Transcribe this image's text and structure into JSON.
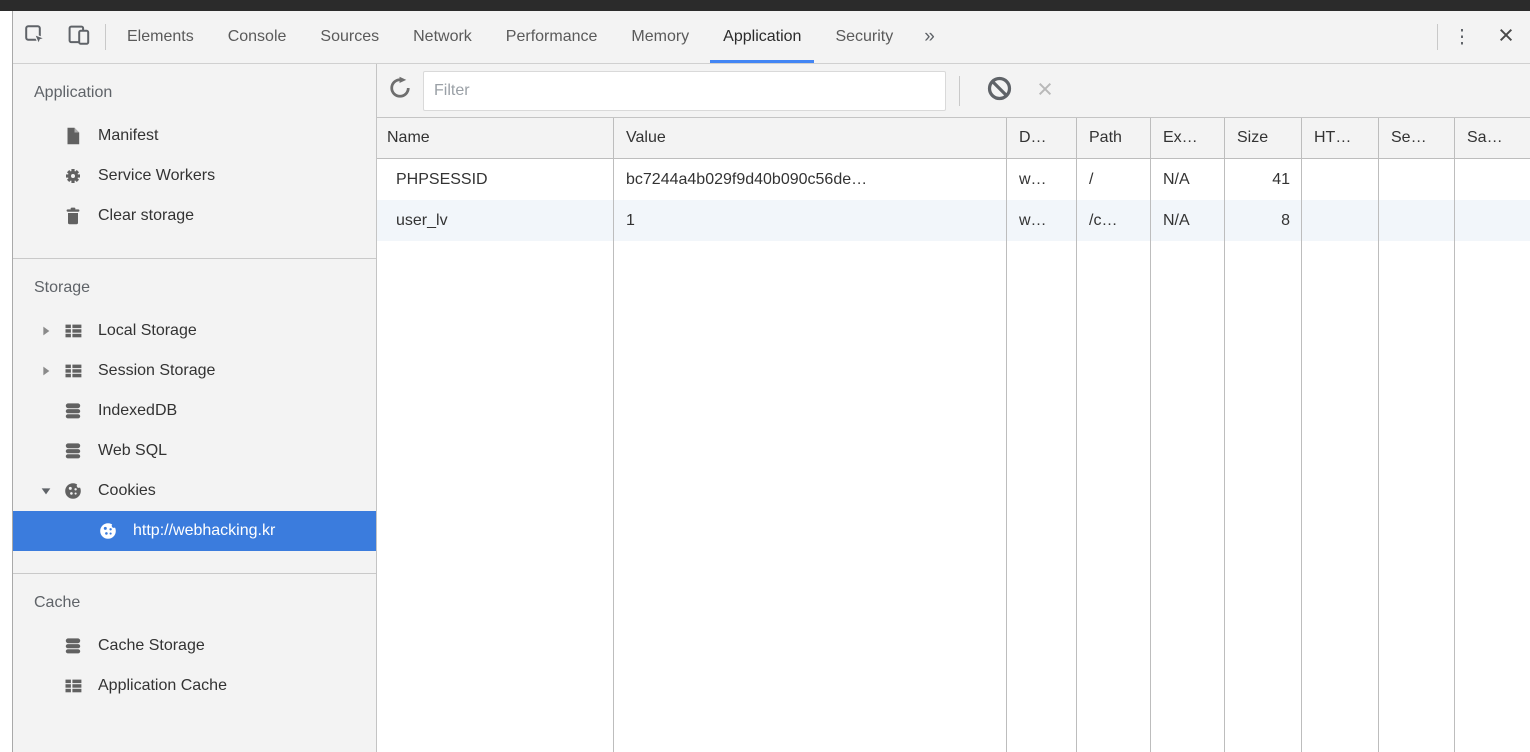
{
  "top_tabs": {
    "tabs": [
      "Elements",
      "Console",
      "Sources",
      "Network",
      "Performance",
      "Memory",
      "Application",
      "Security"
    ],
    "active_tab": "Application",
    "overflow_icon": "»",
    "menu_icon": "⋮",
    "close_icon": "×"
  },
  "sidebar": {
    "sections": [
      {
        "title": "Application",
        "items": [
          {
            "label": "Manifest",
            "icon": "file-icon"
          },
          {
            "label": "Service Workers",
            "icon": "gear-icon"
          },
          {
            "label": "Clear storage",
            "icon": "trash-icon"
          }
        ]
      },
      {
        "title": "Storage",
        "items": [
          {
            "label": "Local Storage",
            "icon": "table-icon",
            "disclosure": "collapsed"
          },
          {
            "label": "Session Storage",
            "icon": "table-icon",
            "disclosure": "collapsed"
          },
          {
            "label": "IndexedDB",
            "icon": "database-icon"
          },
          {
            "label": "Web SQL",
            "icon": "database-icon"
          },
          {
            "label": "Cookies",
            "icon": "cookie-icon",
            "disclosure": "expanded"
          },
          {
            "label": "http://webhacking.kr",
            "icon": "cookie-icon",
            "nested": true,
            "selected": true
          }
        ]
      },
      {
        "title": "Cache",
        "items": [
          {
            "label": "Cache Storage",
            "icon": "database-icon"
          },
          {
            "label": "Application Cache",
            "icon": "table-icon"
          }
        ]
      }
    ]
  },
  "cookies_toolbar": {
    "filter_placeholder": "Filter"
  },
  "cookies_table": {
    "columns": [
      "Name",
      "Value",
      "D…",
      "Path",
      "Ex…",
      "Size",
      "HT…",
      "Se…",
      "Sa…"
    ],
    "rows": [
      {
        "name": "PHPSESSID",
        "value": "bc7244a4b029f9d40b090c56de…",
        "domain": "w…",
        "path": "/",
        "expires": "N/A",
        "size": "41",
        "http": "",
        "secure": "",
        "samesite": ""
      },
      {
        "name": "user_lv",
        "value": "1",
        "domain": "w…",
        "path": "/c…",
        "expires": "N/A",
        "size": "8",
        "http": "",
        "secure": "",
        "samesite": ""
      }
    ]
  },
  "colors": {
    "active_tab_underline": "#4285f4",
    "selection_blue": "#3b7cdd",
    "alt_row": "#f2f6fa",
    "toolbar_bg": "#f3f3f3",
    "grid_border": "#bdbdbd",
    "top_strip": "#2b2b2b"
  }
}
